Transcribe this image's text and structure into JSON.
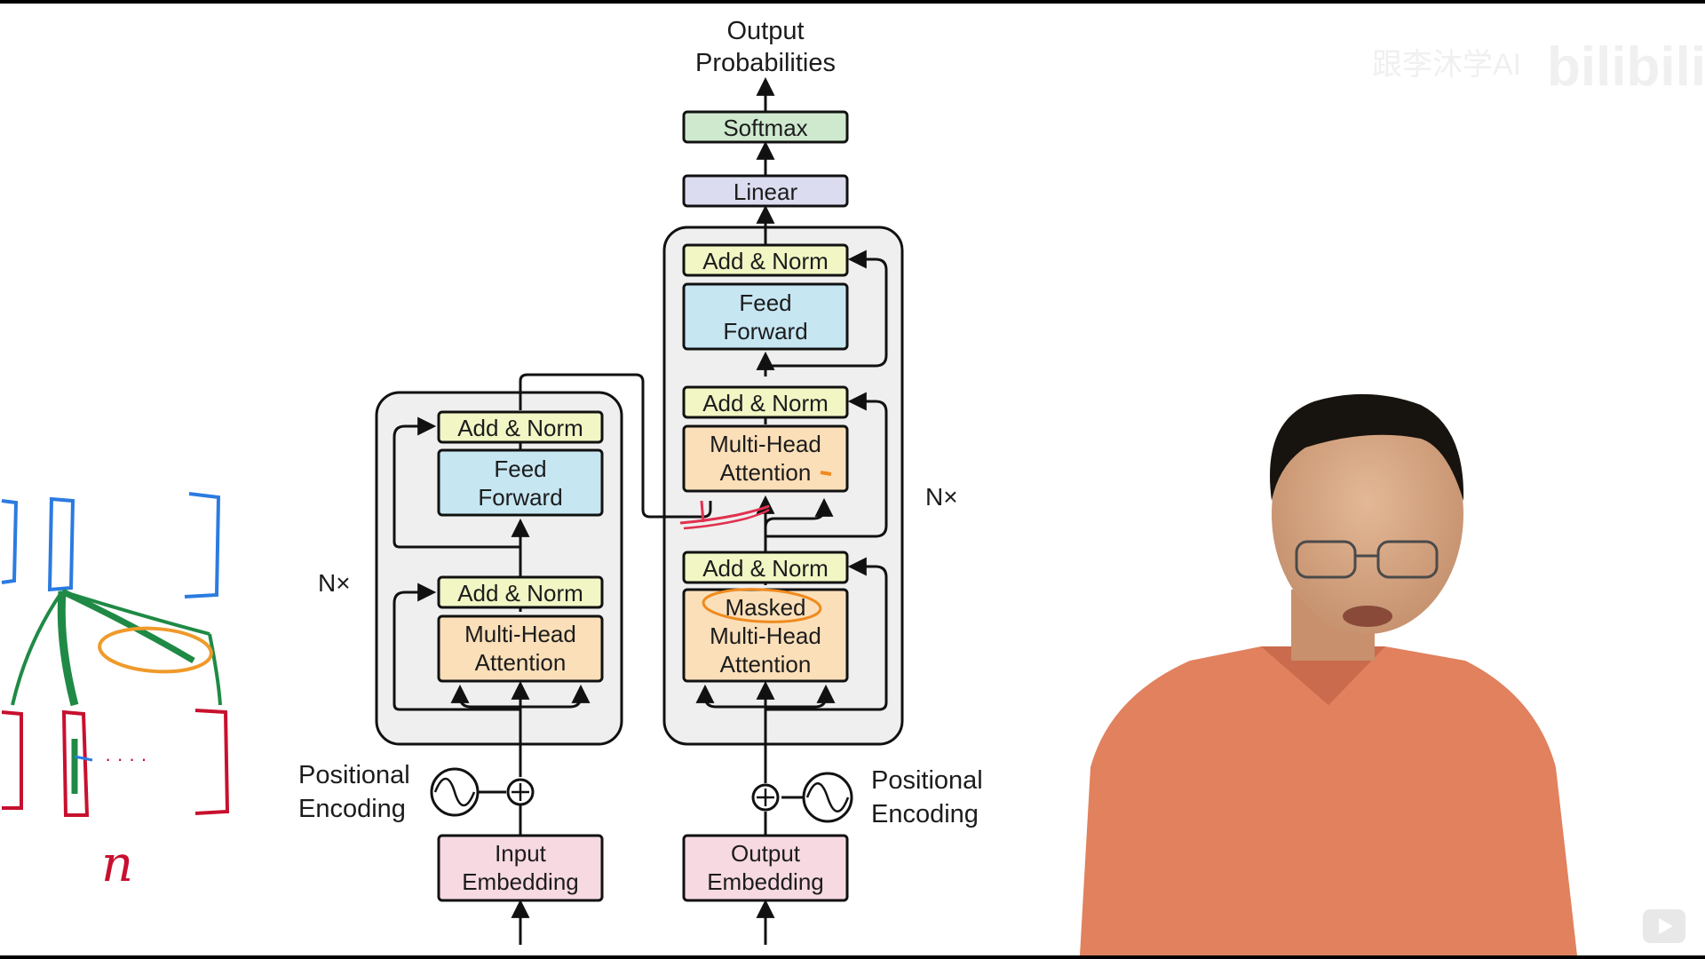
{
  "diagram": {
    "output_label_line1": "Output",
    "output_label_line2": "Probabilities",
    "softmax": "Softmax",
    "linear": "Linear",
    "encoder": {
      "feed_forward_line1": "Feed",
      "feed_forward_line2": "Forward",
      "add_norm_top": "Add & Norm",
      "add_norm_bottom": "Add & Norm",
      "attention_line1": "Multi-Head",
      "attention_line2": "Attention",
      "repeat": "N×",
      "positional_line1": "Positional",
      "positional_line2": "Encoding",
      "embedding_line1": "Input",
      "embedding_line2": "Embedding"
    },
    "decoder": {
      "add_norm_top": "Add & Norm",
      "feed_forward_line1": "Feed",
      "feed_forward_line2": "Forward",
      "add_norm_middle": "Add & Norm",
      "cross_attention_line1": "Multi-Head",
      "cross_attention_line2": "Attention",
      "add_norm_bottom": "Add & Norm",
      "masked_line1": "Masked",
      "masked_line2": "Multi-Head",
      "masked_line3": "Attention",
      "repeat": "N×",
      "positional_line1": "Positional",
      "positional_line2": "Encoding",
      "embedding_line1": "Output",
      "embedding_line2": "Embedding"
    },
    "colors": {
      "softmax": "#cfe9cf",
      "linear": "#dcdcf0",
      "add_norm": "#f1f6c4",
      "feed_forward": "#c6e6f2",
      "attention": "#fbdfb9",
      "embedding": "#f7d9e2",
      "block_panel": "#efefef"
    }
  },
  "annotations": {
    "handwritten_n": "n",
    "dots": "· · · ·"
  },
  "watermark": {
    "channel": "跟李沐学AI",
    "brand": "bilibili"
  }
}
